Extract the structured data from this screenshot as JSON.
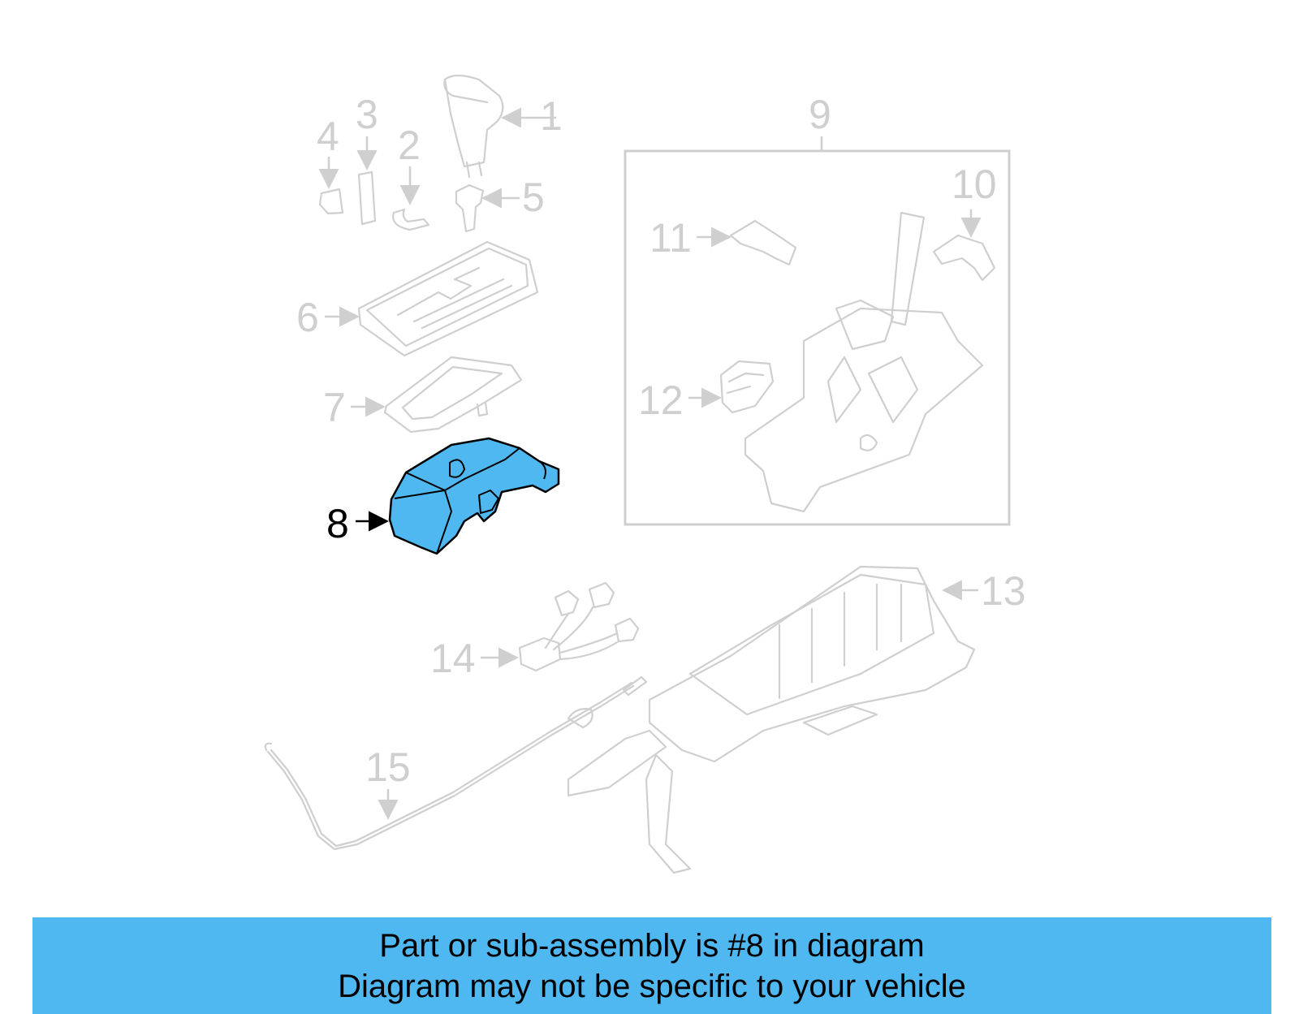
{
  "highlight_color": "#4fb8f0",
  "callouts": [
    "1",
    "2",
    "3",
    "4",
    "5",
    "6",
    "7",
    "8",
    "9",
    "10",
    "11",
    "12",
    "13",
    "14",
    "15"
  ],
  "highlighted_callout": "8",
  "banner": {
    "line1": "Part or sub-assembly is #8 in diagram",
    "line2": "Diagram may not be specific to your vehicle"
  }
}
